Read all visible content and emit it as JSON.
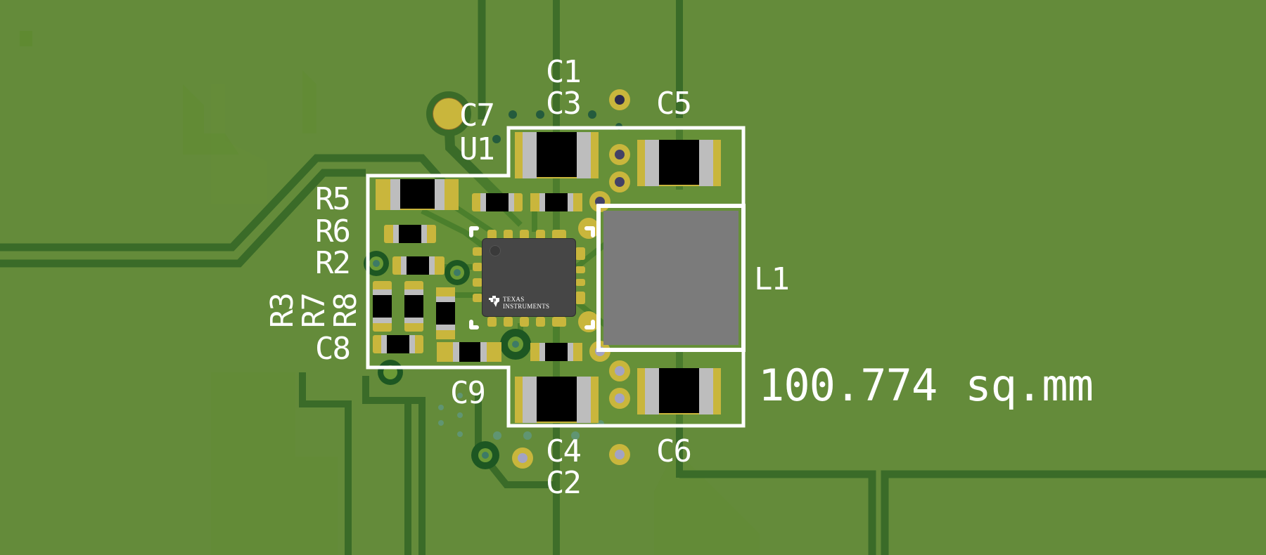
{
  "view": {
    "type": "PCB 3D top view",
    "board_color": "#648b3a",
    "copper_trace_color": "#3a6b28",
    "silkscreen_color": "#ffffff",
    "pad_color": "#c9b63c"
  },
  "designators": {
    "C1": "C1",
    "C2": "C2",
    "C3": "C3",
    "C4": "C4",
    "C5": "C5",
    "C6": "C6",
    "C7": "C7",
    "C8": "C8",
    "C9": "C9",
    "U1": "U1",
    "L1": "L1",
    "R2": "R2",
    "R3": "R3",
    "R5": "R5",
    "R6": "R6",
    "R7": "R7",
    "R8": "R8"
  },
  "ic": {
    "manufacturer_line1": "Texas",
    "manufacturer_line2": "Instruments",
    "logo_icon": "ti-logo-icon"
  },
  "measurement": {
    "area_value": "100.774",
    "area_unit": "sq.mm",
    "label": "100.774  sq.mm"
  }
}
